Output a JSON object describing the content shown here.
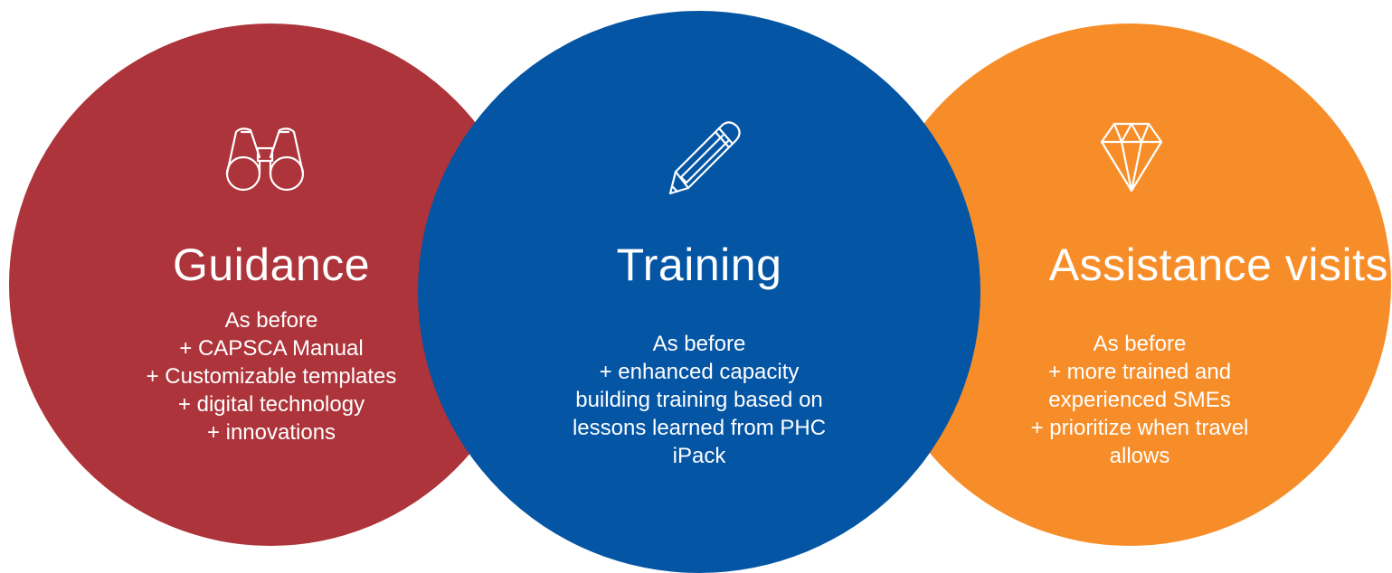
{
  "colors": {
    "red": "#AD343A",
    "blue": "#0455A4",
    "orange": "#F78D28",
    "text": "#FFFFFF"
  },
  "circles": [
    {
      "id": "guidance",
      "icon": "binoculars-icon",
      "title": "Guidance",
      "lines": [
        "As before",
        "+ CAPSCA Manual",
        "+ Customizable templates",
        "+ digital technology",
        "+ innovations"
      ]
    },
    {
      "id": "training",
      "icon": "pencil-icon",
      "title": "Training",
      "lines": [
        "As before",
        "+ enhanced capacity",
        "building training based on",
        "lessons learned from PHC",
        "iPack"
      ]
    },
    {
      "id": "visits",
      "icon": "diamond-icon",
      "title": "Assistance visits",
      "lines": [
        "As before",
        "+ more trained and",
        "experienced SMEs",
        "+ prioritize when travel",
        "allows"
      ]
    }
  ]
}
